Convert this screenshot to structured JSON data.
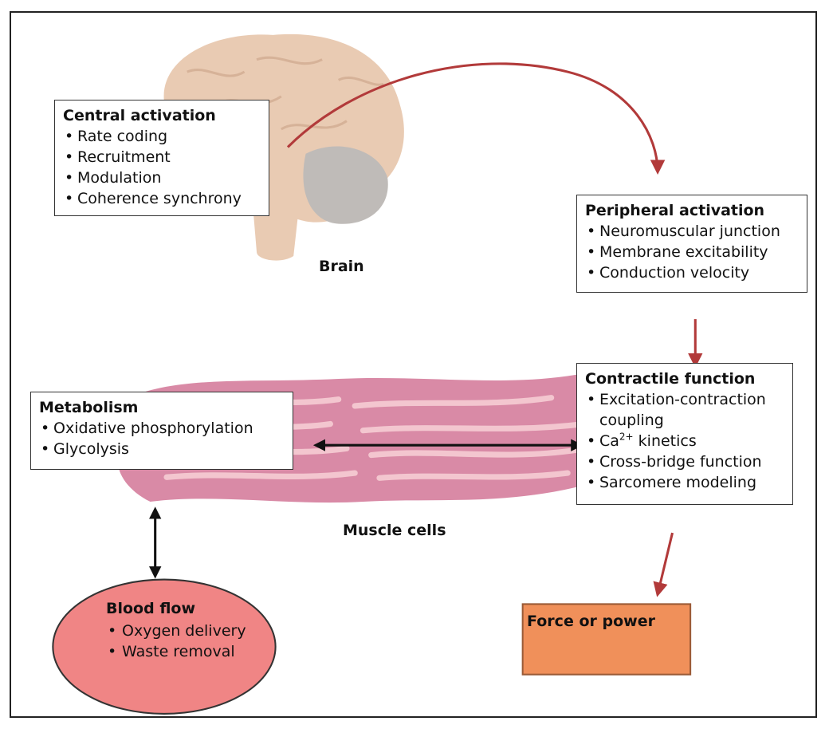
{
  "central_activation": {
    "title": "Central activation",
    "items": [
      "Rate coding",
      "Recruitment",
      "Modulation",
      "Coherence synchrony"
    ]
  },
  "peripheral_activation": {
    "title": "Peripheral activation",
    "items": [
      "Neuromuscular junction",
      "Membrane excitability",
      "Conduction velocity"
    ]
  },
  "brain_label": "Brain",
  "metabolism": {
    "title": "Metabolism",
    "items": [
      "Oxidative phosphorylation",
      "Glycolysis"
    ]
  },
  "contractile_function": {
    "title": "Contractile function",
    "item1_line1": "Excitation-contraction",
    "item1_line2": "coupling",
    "ca_base": "Ca",
    "ca_sup": "2+",
    "ca_rest": " kinetics",
    "item3": "Cross-bridge function",
    "item4": "Sarcomere modeling"
  },
  "muscle_label": "Muscle cells",
  "blood_flow": {
    "title": "Blood flow",
    "items": [
      "Oxygen delivery",
      "Waste removal"
    ]
  },
  "force_label": "Force or power",
  "colors": {
    "arrow_red": "#b23a3a",
    "force_fill": "#f0905a",
    "force_border": "#9a5a36",
    "blood_fill": "#f08585",
    "muscle_pink": "#d98aa6",
    "muscle_light": "#f3c6cf",
    "brain_tan": "#e6c2a6",
    "brain_grey": "#b5b0ac"
  }
}
